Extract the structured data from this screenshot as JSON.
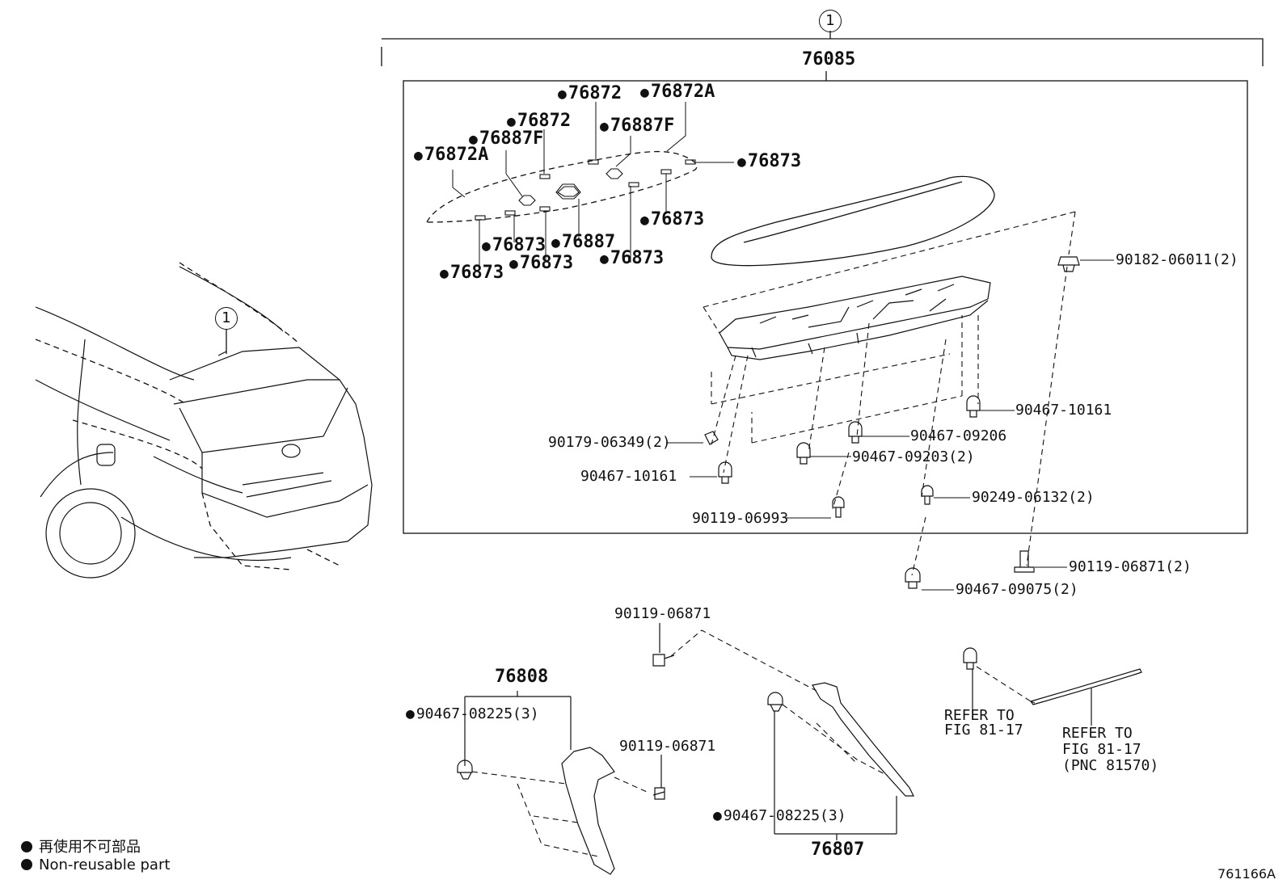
{
  "diagram": {
    "callout_ref": "1",
    "assembly_number": "76085",
    "doc_id": "761166A",
    "legend": {
      "jp": "再使用不可部品",
      "en": "Non-reusable part"
    },
    "labels": {
      "p76872_top": "76872",
      "p76872a_top": "76872A",
      "p76872_mid": "76872",
      "p76887f_right": "76887F",
      "p76887f_left": "76887F",
      "p76872a_left": "76872A",
      "p76873_right1": "76873",
      "p76873_right2": "76873",
      "p76873_a": "76873",
      "p76887": "76887",
      "p76873_b": "76873",
      "p76873_c": "76873",
      "p76873_d": "76873",
      "p90182": "90182-06011(2)",
      "p90467_10161_r": "90467-10161",
      "p90467_09206": "90467-09206",
      "p90179": "90179-06349(2)",
      "p90467_09203": "90467-09203(2)",
      "p90467_10161_l": "90467-10161",
      "p90249": "90249-06132(2)",
      "p90119_06993": "90119-06993",
      "p90119_06871_2": "90119-06871(2)",
      "p90467_09075": "90467-09075(2)",
      "p90119_06871_top": "90119-06871",
      "p76808": "76808",
      "p90467_08225_l": "90467-08225(3)",
      "p90119_06871_mid": "90119-06871",
      "p90467_08225_r": "90467-08225(3)",
      "p76807": "76807",
      "refer1_l1": "REFER TO",
      "refer1_l2": "FIG 81-17",
      "refer2_l1": "REFER TO",
      "refer2_l2": "FIG 81-17",
      "refer2_l3": "(PNC 81570)"
    }
  }
}
